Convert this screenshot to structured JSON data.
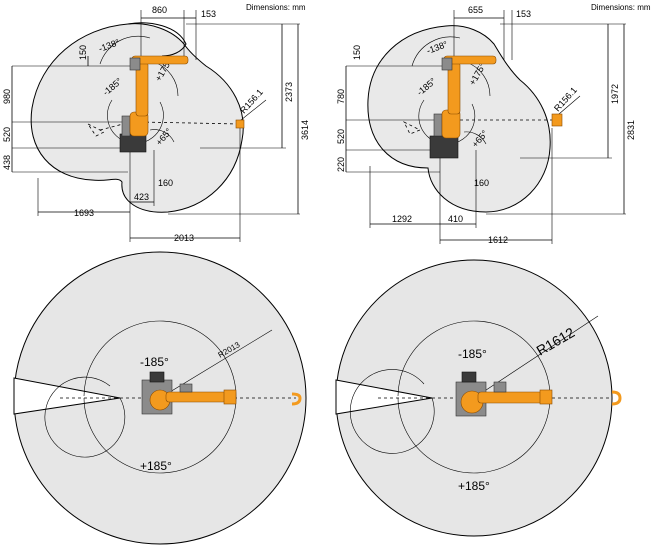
{
  "header": {
    "units_left": "Dimensions: mm",
    "units_right": "Dimensions: mm"
  },
  "side_left": {
    "top_dims": [
      "860",
      "153"
    ],
    "left_dims": [
      "150",
      "980",
      "520",
      "438"
    ],
    "right_dims": [
      "2373",
      "3614"
    ],
    "bottom_dims": [
      "1693",
      "423",
      "160",
      "2013"
    ],
    "angles": [
      "-138°",
      "-185°",
      "+175°",
      "+65°"
    ],
    "radius_label": "R156.1"
  },
  "side_right": {
    "top_dims": [
      "655",
      "153"
    ],
    "left_dims": [
      "150",
      "780",
      "520",
      "220"
    ],
    "right_dims": [
      "1972",
      "2831"
    ],
    "bottom_dims": [
      "1292",
      "410",
      "160",
      "1612"
    ],
    "angles": [
      "-138°",
      "-185°",
      "+175°",
      "+65°"
    ],
    "radius_label": "R156.1"
  },
  "top_left": {
    "angle_neg": "-185°",
    "angle_pos": "+185°",
    "radius_label": "R2013"
  },
  "top_right": {
    "angle_neg": "-185°",
    "angle_pos": "+185°",
    "radius_label": "R1612"
  }
}
